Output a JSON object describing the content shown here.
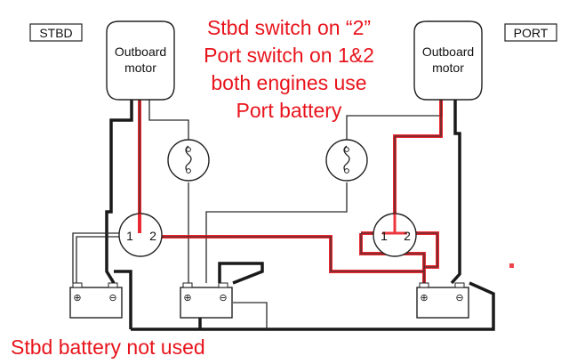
{
  "labels": {
    "stbd": "STBD",
    "port": "PORT"
  },
  "motors": {
    "stbd_line1": "Outboard",
    "stbd_line2": "motor",
    "port_line1": "Outboard",
    "port_line2": "motor"
  },
  "switches": {
    "stbd_pos1": "1",
    "stbd_pos2": "2",
    "port_pos1": "1",
    "port_pos2": "2"
  },
  "battery_terminals": {
    "plus": "⊕",
    "minus": "⊖"
  },
  "annotation": {
    "line1": "Stbd switch on “2”",
    "line2": "Port switch on 1&2",
    "line3": "both engines use",
    "line4": "Port battery"
  },
  "footer": "Stbd battery not used",
  "colors": {
    "annotation": "#e8141c",
    "highlight": "#e8141c",
    "line": "#1a1a1a"
  }
}
